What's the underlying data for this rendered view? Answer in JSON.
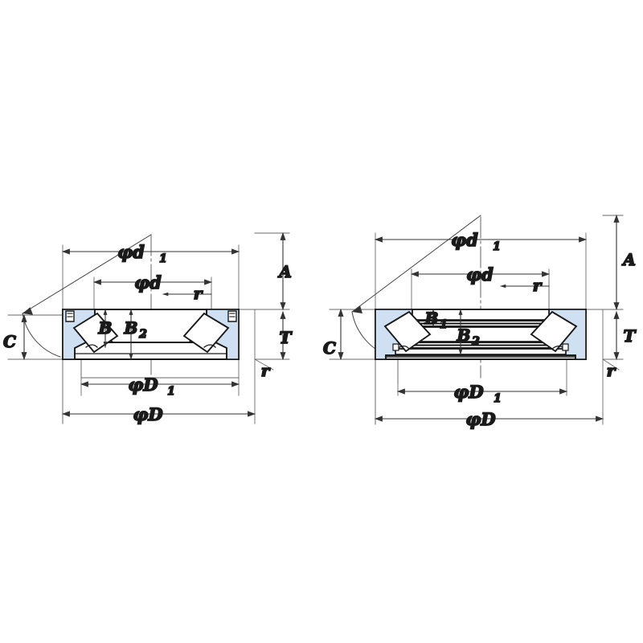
{
  "figure": {
    "title": "Spherical roller thrust bearing cross-section dimension drawing",
    "background_color": "#ffffff",
    "line_color": "#1a1a1a",
    "dimension_line_color": "#555555",
    "ring_fill_color": "#ffffff",
    "chamfer_fill_color": "#cfe0f2",
    "roller_fill_color": "#ffffff"
  },
  "diagrams": [
    {
      "id": "left-bearing",
      "name": "single-direction-thrust-bearing",
      "labels": {
        "phi_d1": "φd",
        "phi_d1_sub": "1",
        "phi_d": "φd",
        "phi_D1": "φD",
        "phi_D1_sub": "1",
        "phi_D": "φD",
        "A": "A",
        "T": "T",
        "C": "C",
        "r_top": "r",
        "r_bottom": "r",
        "B": "B",
        "B2": "B",
        "B2_sub": "2"
      }
    },
    {
      "id": "right-bearing",
      "name": "double-row-thrust-bearing",
      "labels": {
        "phi_d1": "φd",
        "phi_d1_sub": "1",
        "phi_d": "φd",
        "phi_D1": "φD",
        "phi_D1_sub": "1",
        "phi_D": "φD",
        "A": "A",
        "T": "T",
        "C": "C",
        "r_top": "r",
        "r_bottom": "r",
        "B1": "B",
        "B1_sub": "1",
        "B2": "B",
        "B2_sub": "2"
      }
    }
  ]
}
